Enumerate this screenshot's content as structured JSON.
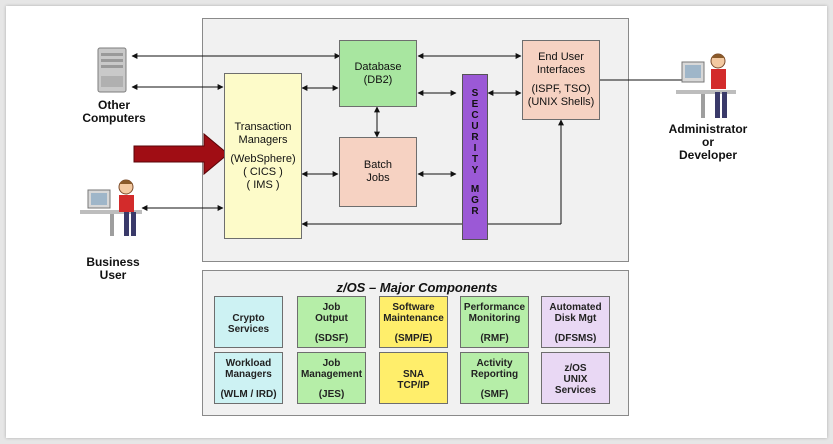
{
  "top_boxes": {
    "transaction_managers": [
      "Transaction",
      "Managers",
      "",
      "(WebSphere)",
      "( CICS )",
      "( IMS )"
    ],
    "database": [
      "Database",
      "(DB2)"
    ],
    "batch_jobs": [
      "Batch",
      "Jobs"
    ],
    "end_user": [
      "End User",
      "Interfaces",
      "",
      "(ISPF, TSO)",
      "(UNIX Shells)"
    ],
    "security_letters": [
      "S",
      "E",
      "C",
      "U",
      "R",
      "I",
      "T",
      "Y",
      "",
      "M",
      "G",
      "R"
    ]
  },
  "labels": {
    "other_computers": [
      "Other",
      "Computers"
    ],
    "business_user": [
      "Business",
      "User"
    ],
    "administrator": [
      "Administrator",
      "or",
      "Developer"
    ]
  },
  "components_title": "z/OS – Major Components",
  "components": [
    {
      "name": [
        "Crypto",
        "Services"
      ],
      "sub": ""
    },
    {
      "name": [
        "Job",
        "Output"
      ],
      "sub": "(SDSF)"
    },
    {
      "name": [
        "Software",
        "Maintenance"
      ],
      "sub": "(SMP/E)"
    },
    {
      "name": [
        "Performance",
        "Monitoring"
      ],
      "sub": "(RMF)"
    },
    {
      "name": [
        "Automated",
        "Disk Mgt"
      ],
      "sub": "(DFSMS)"
    },
    {
      "name": [
        "Workload",
        "Managers"
      ],
      "sub": "(WLM / IRD)"
    },
    {
      "name": [
        "Job",
        "Management"
      ],
      "sub": "(JES)"
    },
    {
      "name": [
        "SNA",
        "TCP/IP"
      ],
      "sub": ""
    },
    {
      "name": [
        "Activity",
        "Reporting"
      ],
      "sub": "(SMF)"
    },
    {
      "name": [
        "z/OS",
        "UNIX",
        "Services"
      ],
      "sub": ""
    }
  ],
  "colors": {
    "transaction": "#fdfbc9",
    "database": "#a8e6a0",
    "batch": "#f6d2c2",
    "end_user": "#f6d2c2",
    "security": "#9b59d6",
    "arrow": "#a00d14",
    "comp": [
      "#cdf2f3",
      "#b6eea8",
      "#ffee6b",
      "#b6eea8",
      "#e9d8f4",
      "#cdf2f3",
      "#b6eea8",
      "#ffee6b",
      "#b6eea8",
      "#e9d8f4"
    ]
  }
}
